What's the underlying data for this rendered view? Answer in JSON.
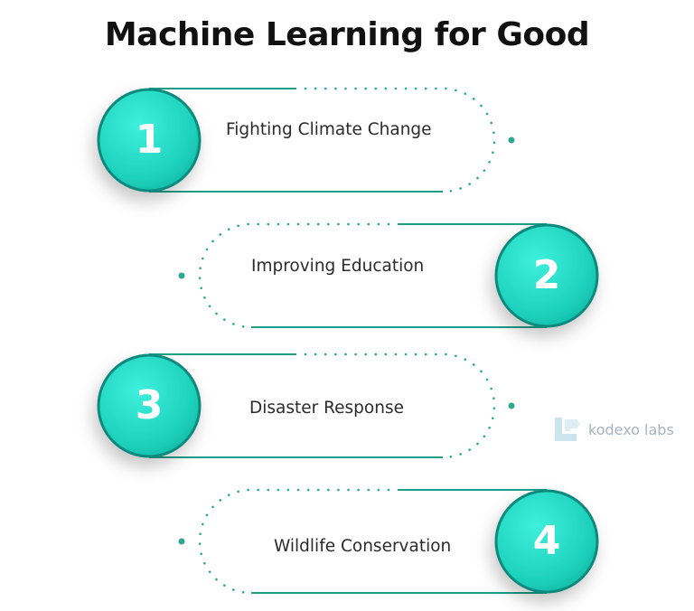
{
  "title": "Machine Learning for Good",
  "items": [
    {
      "number": "1",
      "label": "Fighting Climate Change"
    },
    {
      "number": "2",
      "label": "Improving Education"
    },
    {
      "number": "3",
      "label": "Disaster Response"
    },
    {
      "number": "4",
      "label": "Wildlife Conservation"
    }
  ],
  "brand": {
    "name": "kodexo labs"
  },
  "colors": {
    "circle_light": "#2ae5d2",
    "circle_dark": "#13bda8",
    "ring": "#0d8a7e",
    "line": "#1f9e86",
    "dots": "#2ea88e",
    "text": "#2b2b2b",
    "logo": "#cbe4ee"
  }
}
